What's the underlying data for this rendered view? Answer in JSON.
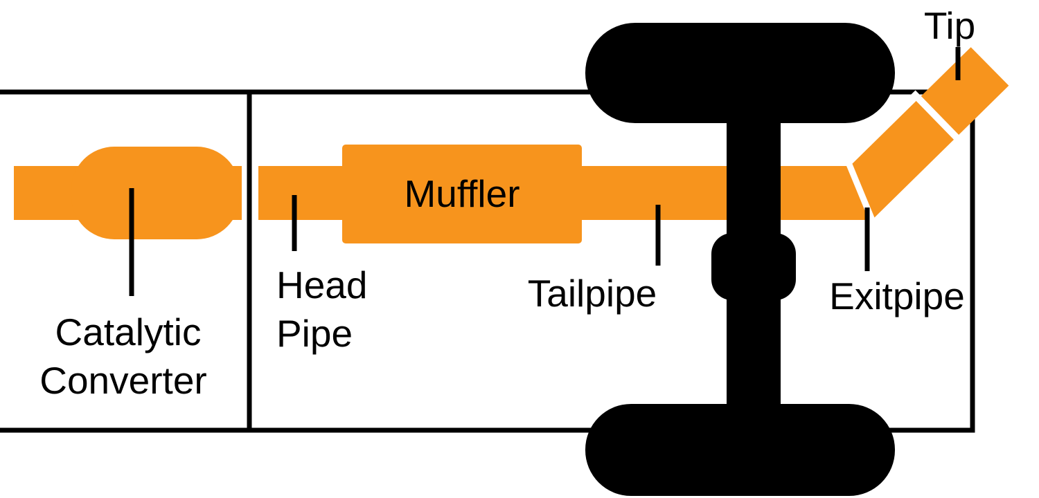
{
  "diagram": {
    "type": "exhaust-system-diagram",
    "colors": {
      "pipe_orange": "#f7941d",
      "outline_black": "#000000",
      "gap_white": "#ffffff",
      "background": "#ffffff"
    },
    "labels": {
      "catalytic_converter": {
        "line1": "Catalytic",
        "line2": "Converter"
      },
      "head_pipe": {
        "line1": "Head",
        "line2": "Pipe"
      },
      "muffler": "Muffler",
      "tailpipe": "Tailpipe",
      "exitpipe": "Exitpipe",
      "tip": "Tip"
    }
  }
}
